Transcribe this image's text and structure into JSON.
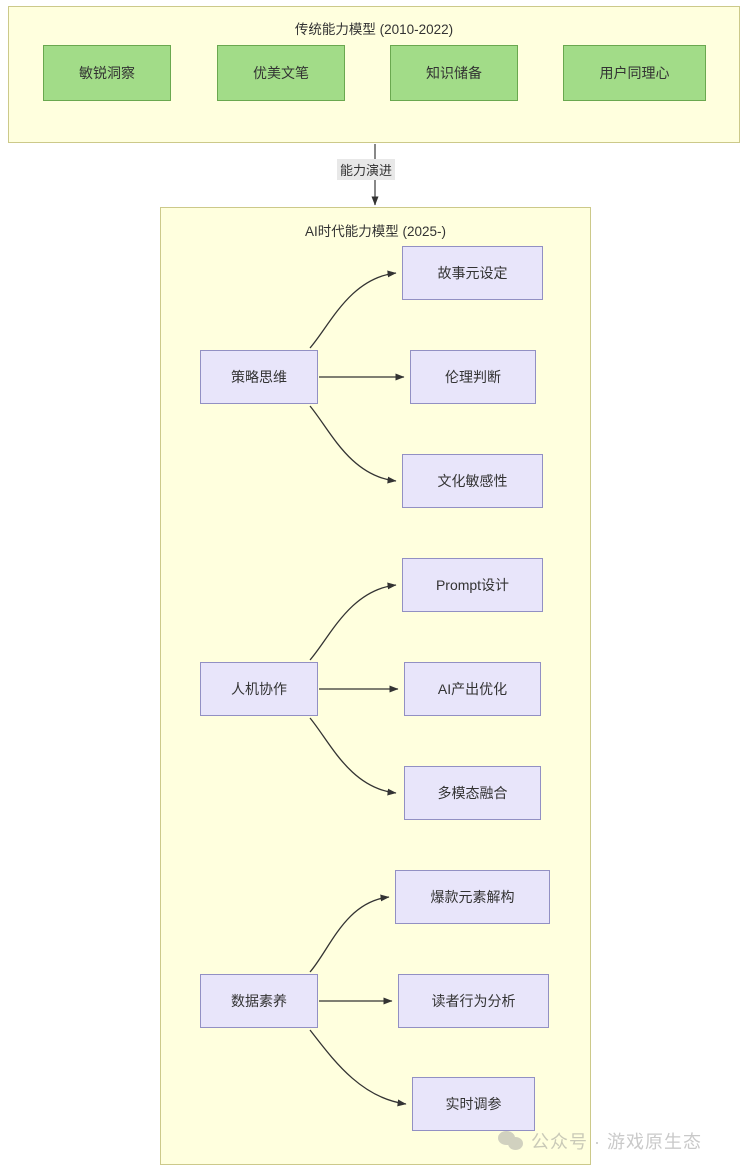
{
  "diagram": {
    "type": "flowchart",
    "direction": "top-to-bottom",
    "background_color": "#ffffff",
    "subgraph_fill": "#ffffde",
    "subgraph_border": "#ccc98a",
    "green_node_fill": "#a2dc88",
    "green_node_border": "#6aa84f",
    "purple_node_fill": "#e8e5fa",
    "purple_node_border": "#9290c3",
    "edge_color": "#333333"
  },
  "legacy_group": {
    "title": "传统能力模型 (2010-2022)",
    "nodes": [
      {
        "label": "敏锐洞察"
      },
      {
        "label": "优美文笔"
      },
      {
        "label": "知识储备"
      },
      {
        "label": "用户同理心"
      }
    ]
  },
  "transition": {
    "label": "能力演进"
  },
  "ai_group": {
    "title": "AI时代能力模型 (2025-)",
    "branches": [
      {
        "root": "策略思维",
        "children": [
          {
            "label": "故事元设定"
          },
          {
            "label": "伦理判断"
          },
          {
            "label": "文化敏感性"
          }
        ]
      },
      {
        "root": "人机协作",
        "children": [
          {
            "label": "Prompt设计"
          },
          {
            "label": "AI产出优化"
          },
          {
            "label": "多模态融合"
          }
        ]
      },
      {
        "root": "数据素养",
        "children": [
          {
            "label": "爆款元素解构"
          },
          {
            "label": "读者行为分析"
          },
          {
            "label": "实时调参"
          }
        ]
      }
    ]
  },
  "watermark": {
    "icon": "wechat-icon",
    "text": "公众号 · 游戏原生态"
  }
}
